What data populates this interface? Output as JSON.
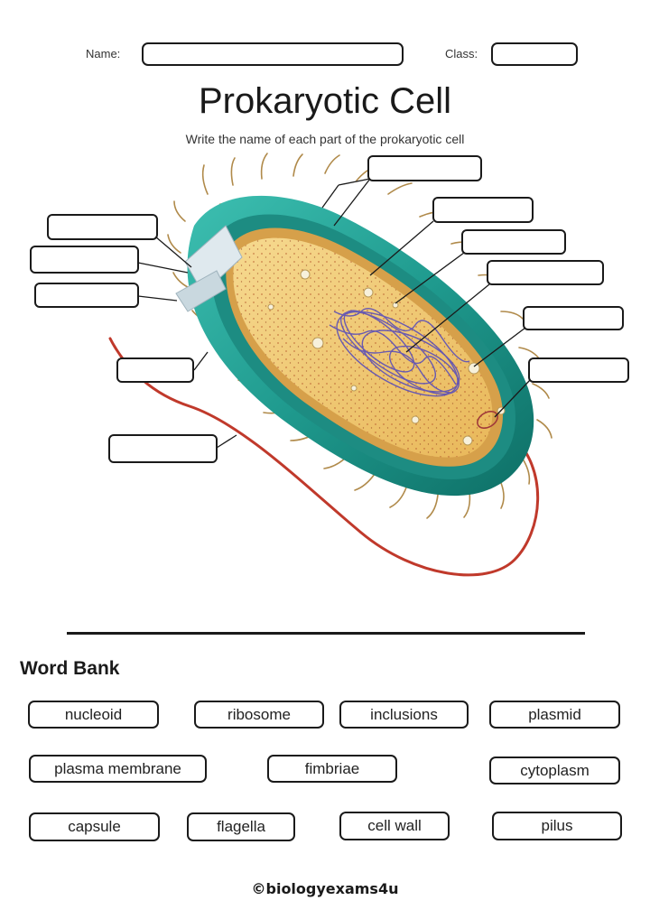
{
  "header": {
    "name_label": "Name:",
    "class_label": "Class:"
  },
  "title": "Prokaryotic Cell",
  "subtitle": "Write the name of each part of the prokaryotic cell",
  "word_bank": {
    "title": "Word Bank",
    "words": [
      "nucleoid",
      "ribosome",
      "inclusions",
      "plasmid",
      "plasma membrane",
      "fimbriae",
      "cytoplasm",
      "capsule",
      "flagella",
      "cell wall",
      "pilus"
    ]
  },
  "footer": "©biologyexams4u",
  "colors": {
    "capsule_teal": "#2aa79b",
    "cytoplasm_yellow": "#f3cf7e",
    "nucleoid_purple": "#5b4fb8",
    "flagellum_red": "#c0392b"
  }
}
